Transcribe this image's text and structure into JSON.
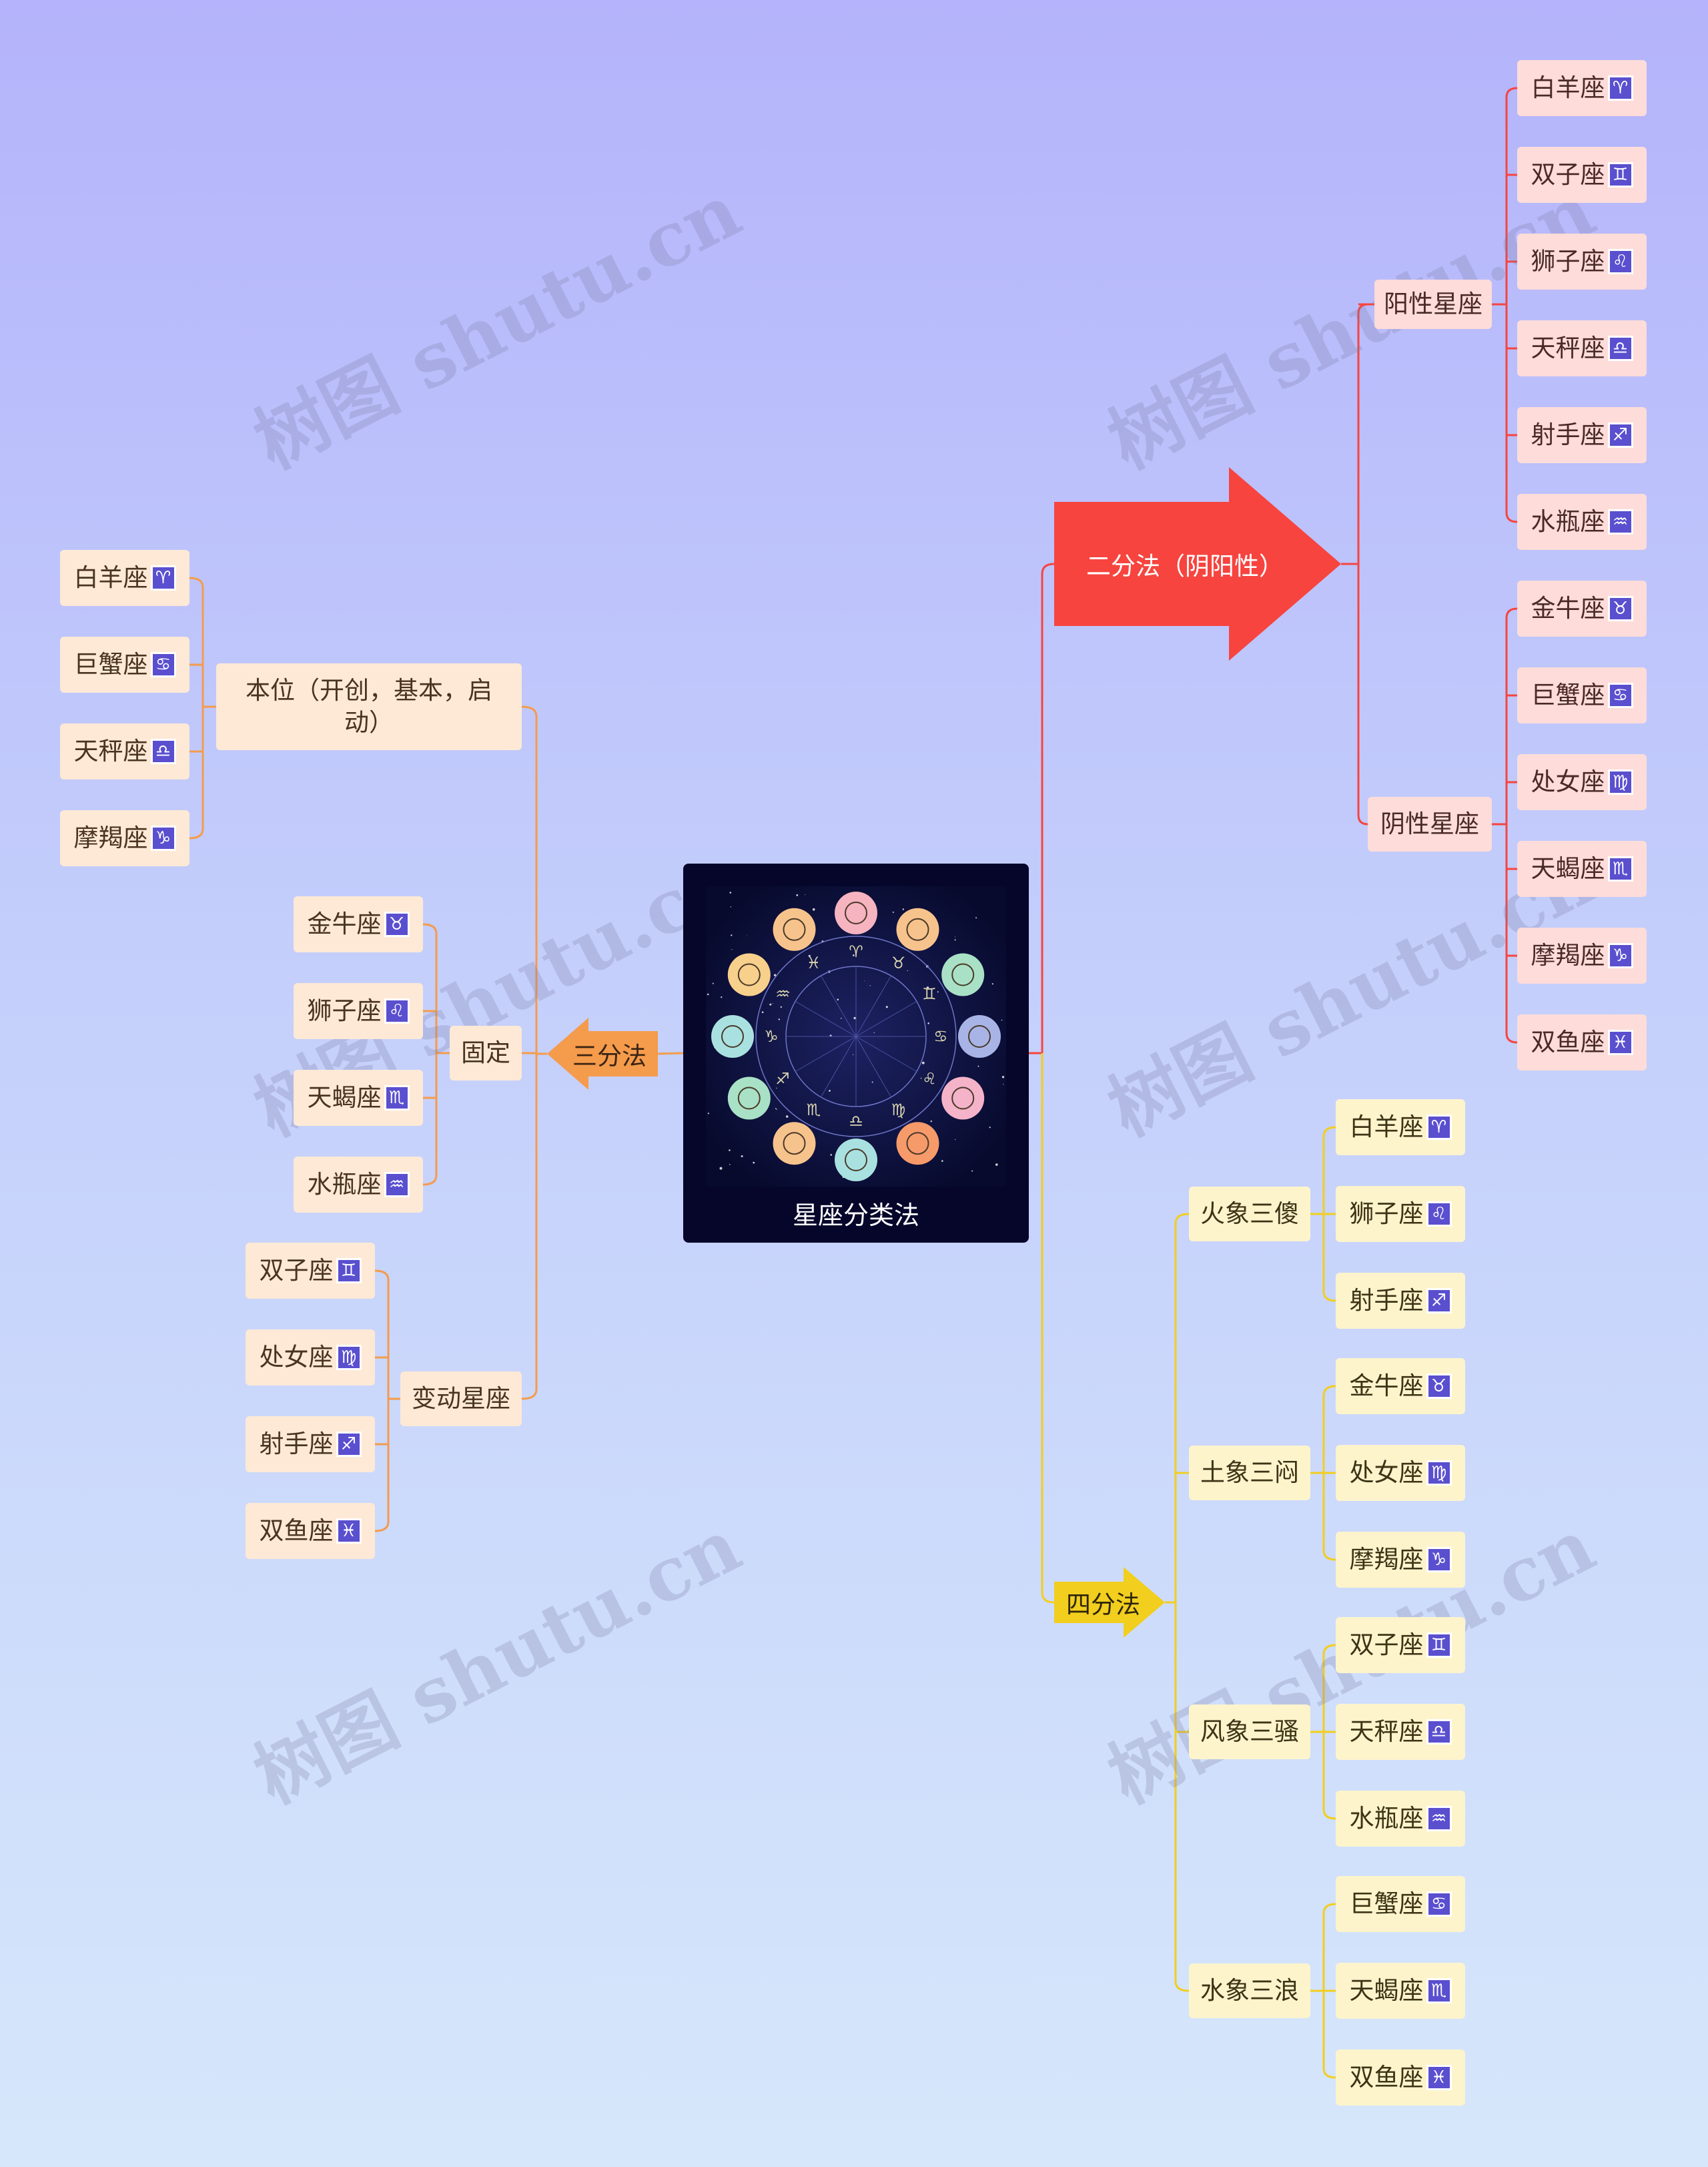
{
  "watermark": "树图 shutu.cn",
  "central": {
    "title": "星座分类法"
  },
  "colors": {
    "red": "#f7443f",
    "orange": "#f59b4c",
    "yellow": "#f2ce1e",
    "symbol_bg": "#5a4fcf"
  },
  "branches": {
    "binary": {
      "label": "二分法（阴阳性）",
      "groups": [
        {
          "label": "阳性星座",
          "items": [
            {
              "name": "白羊座",
              "icon": "♈"
            },
            {
              "name": "双子座",
              "icon": "♊"
            },
            {
              "name": "狮子座",
              "icon": "♌"
            },
            {
              "name": "天秤座",
              "icon": "♎"
            },
            {
              "name": "射手座",
              "icon": "♐"
            },
            {
              "name": "水瓶座",
              "icon": "♒"
            }
          ]
        },
        {
          "label": "阴性星座",
          "items": [
            {
              "name": "金牛座",
              "icon": "♉"
            },
            {
              "name": "巨蟹座",
              "icon": "♋"
            },
            {
              "name": "处女座",
              "icon": "♍"
            },
            {
              "name": "天蝎座",
              "icon": "♏"
            },
            {
              "name": "摩羯座",
              "icon": "♑"
            },
            {
              "name": "双鱼座",
              "icon": "♓"
            }
          ]
        }
      ]
    },
    "ternary": {
      "label": "三分法",
      "groups": [
        {
          "label": "本位（开创，基本，启动）",
          "items": [
            {
              "name": "白羊座",
              "icon": "♈"
            },
            {
              "name": "巨蟹座",
              "icon": "♋"
            },
            {
              "name": "天秤座",
              "icon": "♎"
            },
            {
              "name": "摩羯座",
              "icon": "♑"
            }
          ]
        },
        {
          "label": "固定",
          "items": [
            {
              "name": "金牛座",
              "icon": "♉"
            },
            {
              "name": "狮子座",
              "icon": "♌"
            },
            {
              "name": "天蝎座",
              "icon": "♏"
            },
            {
              "name": "水瓶座",
              "icon": "♒"
            }
          ]
        },
        {
          "label": "变动星座",
          "items": [
            {
              "name": "双子座",
              "icon": "♊"
            },
            {
              "name": "处女座",
              "icon": "♍"
            },
            {
              "name": "射手座",
              "icon": "♐"
            },
            {
              "name": "双鱼座",
              "icon": "♓"
            }
          ]
        }
      ]
    },
    "quaternary": {
      "label": "四分法",
      "groups": [
        {
          "label": "火象三傻",
          "items": [
            {
              "name": "白羊座",
              "icon": "♈"
            },
            {
              "name": "狮子座",
              "icon": "♌"
            },
            {
              "name": "射手座",
              "icon": "♐"
            }
          ]
        },
        {
          "label": "土象三闷",
          "items": [
            {
              "name": "金牛座",
              "icon": "♉"
            },
            {
              "name": "处女座",
              "icon": "♍"
            },
            {
              "name": "摩羯座",
              "icon": "♑"
            }
          ]
        },
        {
          "label": "风象三骚",
          "items": [
            {
              "name": "双子座",
              "icon": "♊"
            },
            {
              "name": "天秤座",
              "icon": "♎"
            },
            {
              "name": "水瓶座",
              "icon": "♒"
            }
          ]
        },
        {
          "label": "水象三浪",
          "items": [
            {
              "name": "巨蟹座",
              "icon": "♋"
            },
            {
              "name": "天蝎座",
              "icon": "♏"
            },
            {
              "name": "双鱼座",
              "icon": "♓"
            }
          ]
        }
      ]
    }
  }
}
